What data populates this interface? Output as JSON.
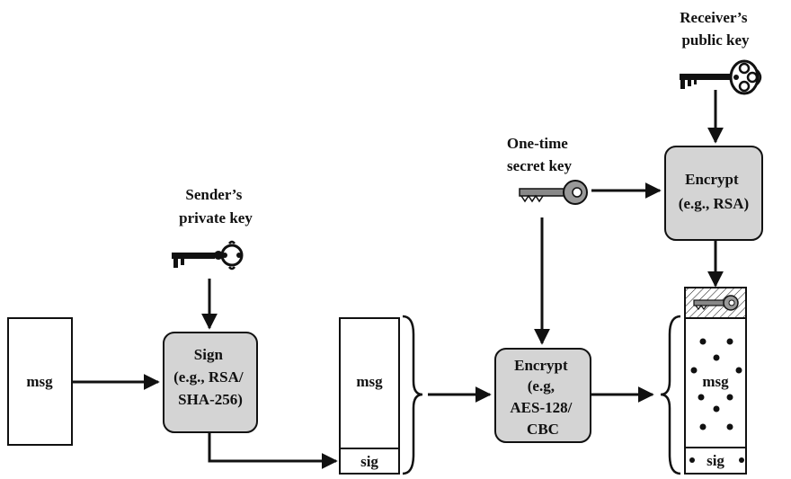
{
  "keys": {
    "receiver_public": [
      "Receiver’s",
      "public key"
    ],
    "one_time_secret": [
      "One-time",
      "secret key"
    ],
    "sender_private": [
      "Sender’s",
      "private key"
    ]
  },
  "blocks": {
    "msg_input": "msg",
    "signed_msg": "msg",
    "signed_sig": "sig",
    "cipher_msg": "msg",
    "cipher_sig": "sig"
  },
  "processes": {
    "sign": [
      "Sign",
      "(e.g., RSA/",
      "SHA-256)"
    ],
    "encrypt_sym": [
      "Encrypt",
      "(e.g,",
      "AES-128/",
      "CBC"
    ],
    "encrypt_asym": [
      "Encrypt",
      "(e.g., RSA)"
    ]
  }
}
